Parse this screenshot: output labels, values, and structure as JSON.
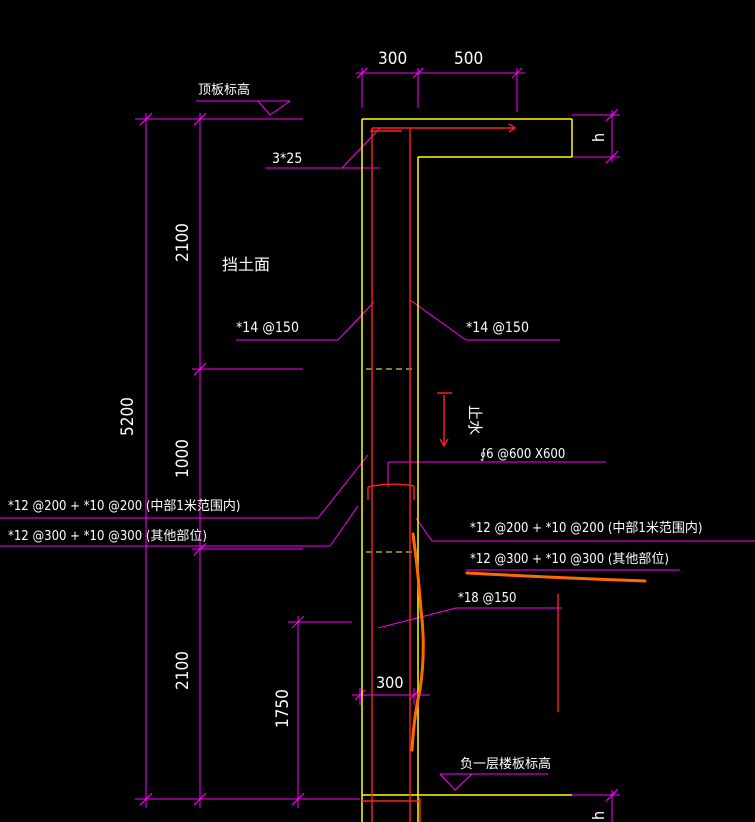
{
  "colors": {
    "background": "#000000",
    "dimension": "#ff00ff",
    "wall_outline": "#ffff00",
    "rebar": "#ff2020",
    "markup": "#ff6a00",
    "hidden": "#ffff66",
    "text": "#ffffff"
  },
  "drawing": {
    "dims": {
      "top_left": "300",
      "top_right": "500",
      "total_height": "5200",
      "seg_top": "2100",
      "seg_mid": "1000",
      "seg_bottom": "2100",
      "lower": "1750",
      "wall_thickness": "300",
      "h_top": "h",
      "h_bottom": "h"
    },
    "labels": {
      "roof_level": "顶板标高",
      "top_cover": "3*25",
      "soil_face": "挡土面",
      "left_vertical": "*14 @150",
      "right_vertical": "*14 @150",
      "water_stop": "止水",
      "tie_bar": "∮6 @600 X600",
      "left_horiz_1": "*12 @200 + *10 @200 (中部1米范围内)",
      "left_horiz_2": "*12 @300 + *10 @300 (其他部位)",
      "right_horiz_1": "*12 @200 + *10 @200 (中部1米范围内)",
      "right_horiz_2": "*12 @300 + *10 @300 (其他部位)",
      "bottom_bar": "*18 @150",
      "floor_level": "负一层楼板标高"
    }
  }
}
